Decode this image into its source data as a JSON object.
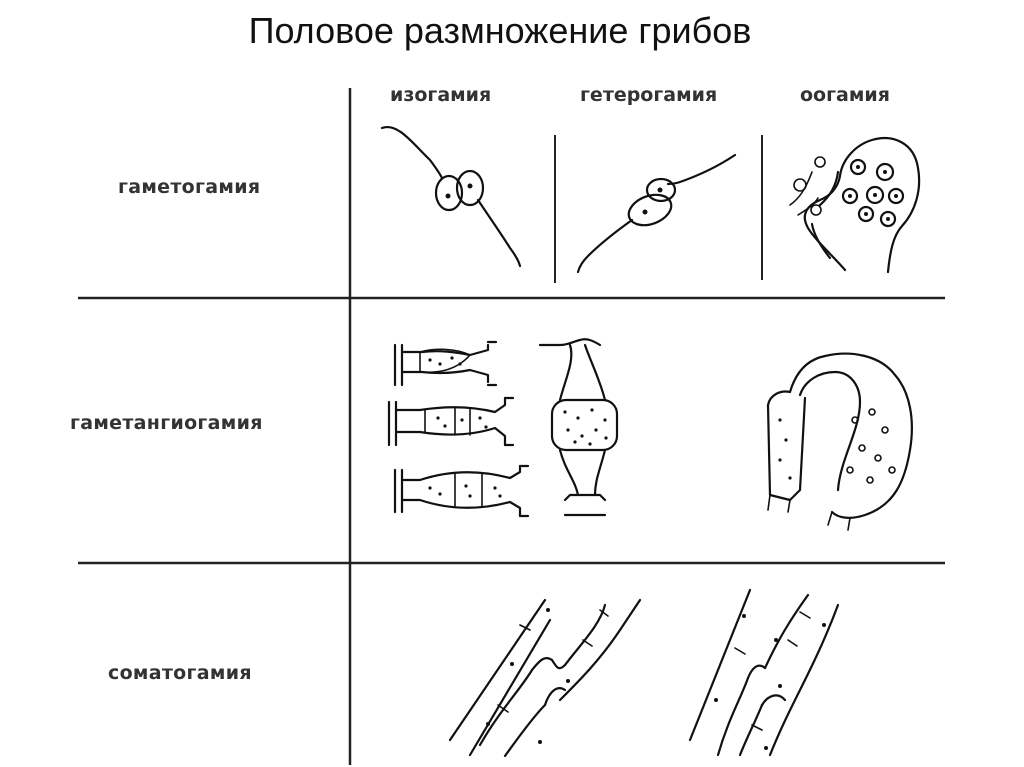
{
  "title": "Половое размножение грибов",
  "rows": [
    {
      "label": "гаметогамия"
    },
    {
      "label": "гаметангиогамия"
    },
    {
      "label": "соматогамия"
    }
  ],
  "columns": [
    {
      "label": "изогамия"
    },
    {
      "label": "гетерогамия"
    },
    {
      "label": "оогамия"
    }
  ],
  "colors": {
    "ink": "#111111",
    "label": "#333333",
    "background": "#ffffff"
  }
}
